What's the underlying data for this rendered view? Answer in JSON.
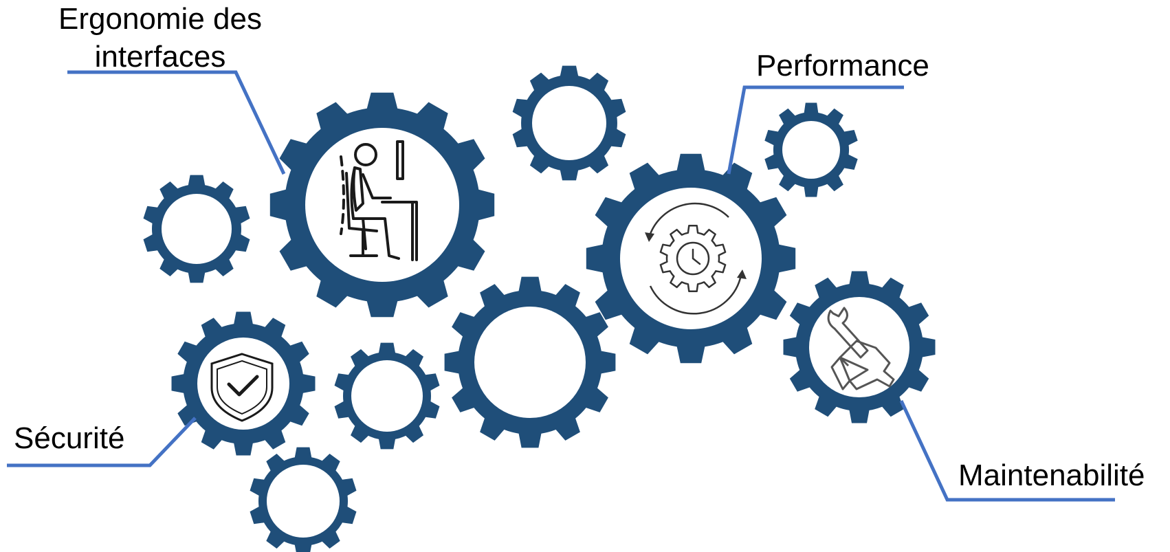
{
  "labels": {
    "ergonomie_line1": "Ergonomie des",
    "ergonomie_line2": "interfaces",
    "performance": "Performance",
    "securite": "Sécurité",
    "maintenabilite": "Maintenabilité"
  },
  "icons": {
    "ergonomie": "person-at-desk-icon",
    "performance": "gear-clock-cycle-icon",
    "securite": "shield-check-icon",
    "maintenabilite": "wrench-hand-icon"
  },
  "colors": {
    "gear": "#1f4e79",
    "leader_line": "#4472c4",
    "text": "#000000"
  }
}
